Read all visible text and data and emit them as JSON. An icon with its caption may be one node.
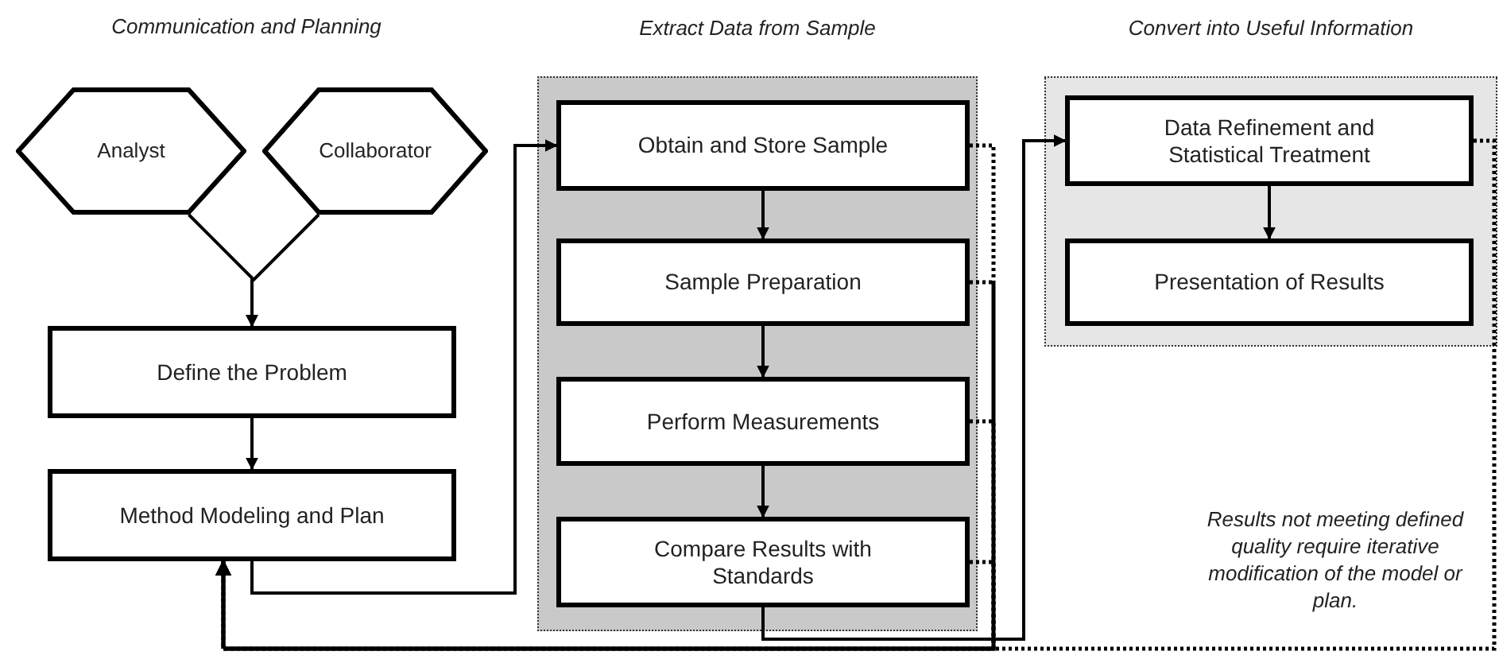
{
  "diagram": {
    "nodes": [
      {
        "text": [
          "Analyst"
        ]
      },
      {
        "text": [
          "Collaborator"
        ]
      },
      {
        "text": [
          "Define the Problem"
        ]
      },
      {
        "text": [
          "Method Modeling and Plan"
        ]
      },
      {
        "text": [
          "Extract Data from Sample"
        ]
      },
      {
        "text": [
          "Obtain and Store Sample"
        ],
        "in": 4
      },
      {
        "text": [
          "Sample Preparation"
        ],
        "in": 4
      },
      {
        "text": [
          "Perform Measurements"
        ],
        "in": 4
      },
      {
        "text": [
          "Compare Results with Standards"
        ],
        "in": 4
      },
      {
        "text": [
          "Convert into Useful Information"
        ]
      },
      {
        "text": [
          "Data Refinement and Statistical Treatment"
        ],
        "in": 9
      },
      {
        "text": [
          "Presentation of Results"
        ],
        "in": 9
      }
    ],
    "edges": [
      {
        "from": 0,
        "to": 2,
        "arrow": "to"
      },
      {
        "from": 1,
        "to": 2,
        "arrow": "to"
      },
      {
        "from": 2,
        "to": 3,
        "arrow": "to"
      },
      {
        "from": 3,
        "to": 5,
        "arrow": "to"
      },
      {
        "from": 5,
        "to": 6,
        "arrow": "to"
      },
      {
        "from": 6,
        "to": 7,
        "arrow": "to"
      },
      {
        "from": 7,
        "to": 8,
        "arrow": "to"
      },
      {
        "from": 8,
        "to": 10,
        "arrow": "to"
      },
      {
        "from": 10,
        "to": 11,
        "arrow": "to"
      },
      {
        "from": 5,
        "to": 3,
        "arrow": "to",
        "style": "dashed"
      },
      {
        "from": 6,
        "to": 3,
        "arrow": "to",
        "style": "dashed"
      },
      {
        "from": 7,
        "to": 3,
        "arrow": "to",
        "style": "dashed"
      },
      {
        "from": 8,
        "to": 3,
        "arrow": "to",
        "style": "dashed"
      },
      {
        "from": 10,
        "to": 3,
        "arrow": "to",
        "style": "dashed"
      }
    ],
    "labels": [
      "Communication and Planning",
      "Results not meeting defined quality require iterative modification of the model or plan."
    ]
  }
}
